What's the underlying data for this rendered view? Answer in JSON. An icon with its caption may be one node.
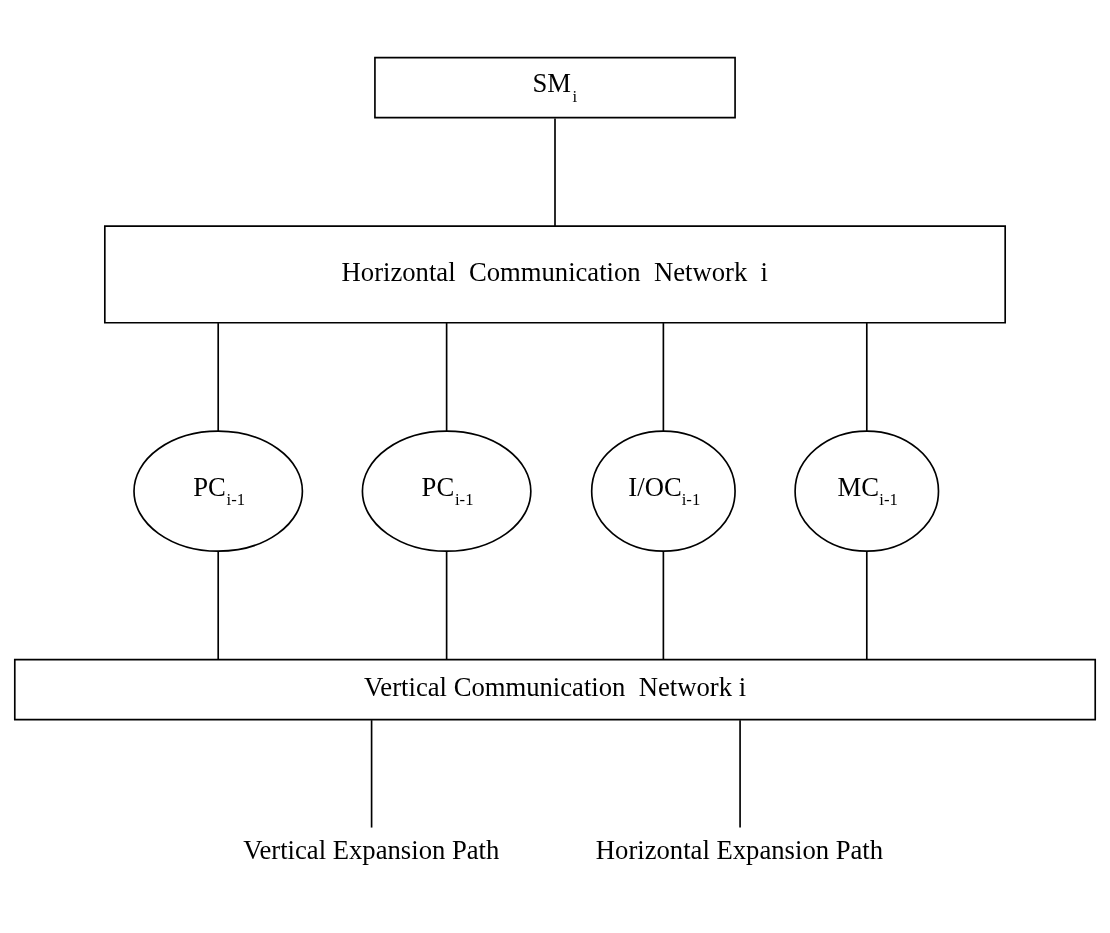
{
  "diagram": {
    "nodes": [
      {
        "text": [
          "SM$_{i}$"
        ]
      },
      {
        "text": [
          "Horizontal  Communication  Network  i"
        ]
      },
      {
        "text": [
          "PC$_{i-1}$"
        ]
      },
      {
        "text": [
          "PC$_{i-1}$"
        ]
      },
      {
        "text": [
          "I/OC$_{i-1}$"
        ]
      },
      {
        "text": [
          "MC$_{i-1}$"
        ]
      },
      {
        "text": [
          "Vertical Communication  Network i"
        ]
      },
      {
        "text": [
          "Vertical Expansion Path"
        ]
      },
      {
        "text": [
          "Horizontal Expansion Path"
        ]
      }
    ],
    "edges": [
      {
        "from": 0,
        "to": 1,
        "arrow": "none"
      },
      {
        "from": 1,
        "to": 2,
        "arrow": "none"
      },
      {
        "from": 1,
        "to": 3,
        "arrow": "none"
      },
      {
        "from": 1,
        "to": 4,
        "arrow": "none"
      },
      {
        "from": 1,
        "to": 5,
        "arrow": "none"
      },
      {
        "from": 2,
        "to": 6,
        "arrow": "none"
      },
      {
        "from": 3,
        "to": 6,
        "arrow": "none"
      },
      {
        "from": 4,
        "to": 6,
        "arrow": "none"
      },
      {
        "from": 5,
        "to": 6,
        "arrow": "none"
      },
      {
        "from": 6,
        "to": 7,
        "arrow": "none"
      },
      {
        "from": 6,
        "to": 8,
        "arrow": "none"
      }
    ]
  }
}
